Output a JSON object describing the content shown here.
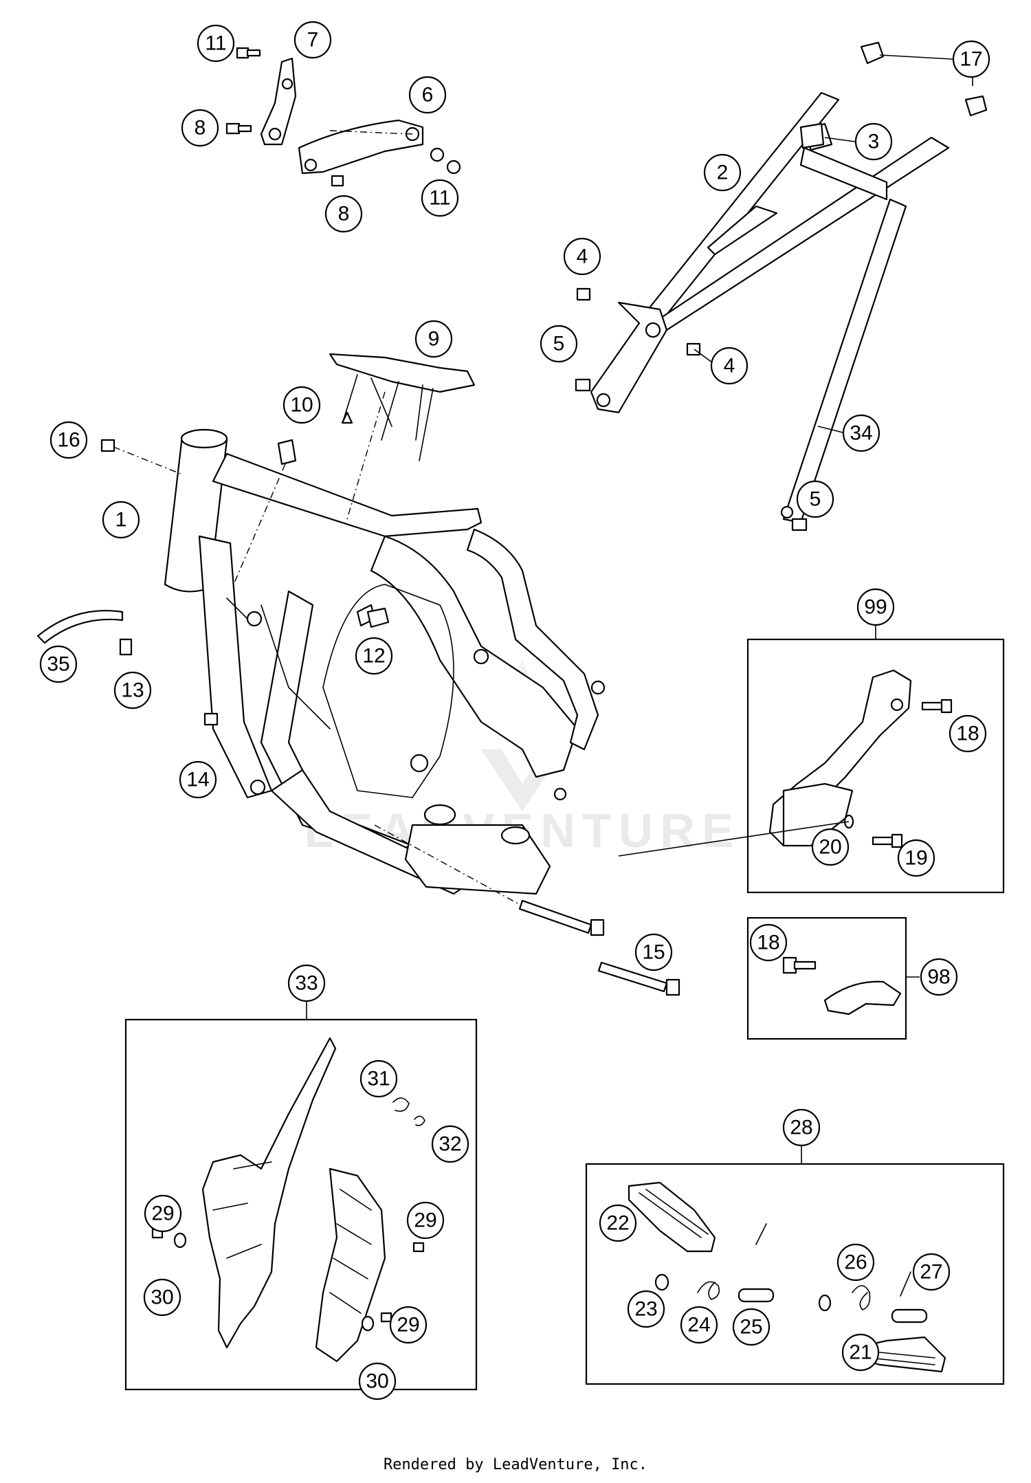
{
  "watermark": "LEADVENTURE",
  "footer": "Rendered by LeadVenture, Inc.",
  "callouts": {
    "c1": "1",
    "c2": "2",
    "c3": "3",
    "c4a": "4",
    "c4b": "4",
    "c5a": "5",
    "c5b": "5",
    "c6": "6",
    "c7": "7",
    "c8a": "8",
    "c8b": "8",
    "c9": "9",
    "c10": "10",
    "c11a": "11",
    "c11b": "11",
    "c12": "12",
    "c13": "13",
    "c14": "14",
    "c15": "15",
    "c16": "16",
    "c17": "17",
    "c18a": "18",
    "c18b": "18",
    "c19": "19",
    "c20": "20",
    "c21": "21",
    "c22": "22",
    "c23": "23",
    "c24": "24",
    "c25": "25",
    "c26": "26",
    "c27": "27",
    "c28": "28",
    "c29a": "29",
    "c29b": "29",
    "c29c": "29",
    "c30a": "30",
    "c30b": "30",
    "c31": "31",
    "c32": "32",
    "c33": "33",
    "c34": "34",
    "c35": "35",
    "c98": "98",
    "c99": "99"
  }
}
